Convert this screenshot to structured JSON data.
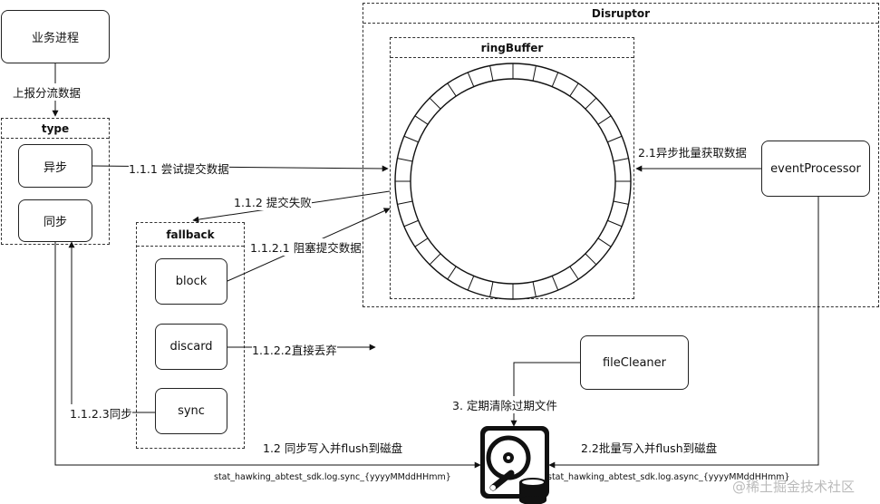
{
  "nodes": {
    "business": "业务进程",
    "async": "异步",
    "sync_type": "同步",
    "block": "block",
    "discard": "discard",
    "sync_fallback": "sync",
    "event_processor": "eventProcessor",
    "file_cleaner": "fileCleaner"
  },
  "groups": {
    "type": "type",
    "fallback": "fallback",
    "disruptor": "Disruptor",
    "ring_buffer": "ringBuffer"
  },
  "edges": {
    "report": "上报分流数据",
    "try_submit": "1.1.1 尝试提交数据",
    "submit_fail": "1.1.2 提交失败",
    "block_submit": "1.1.2.1 阻塞提交数据",
    "discard_direct": "1.1.2.2直接丢弃",
    "sync_back": "1.1.2.3同步",
    "async_fetch": "2.1异步批量获取数据",
    "sync_write": "1.2 同步写入并flush到磁盘",
    "async_write": "2.2批量写入并flush到磁盘",
    "clean": "3. 定期清除过期文件"
  },
  "files": {
    "sync_file": "stat_hawking_abtest_sdk.log.sync_{yyyyMMddHHmm}",
    "async_file": "stat_hawking_abtest_sdk.log.async_{yyyyMMddHHmm}"
  },
  "watermark": "@稀土掘金技术社区",
  "ring_slots": 32
}
